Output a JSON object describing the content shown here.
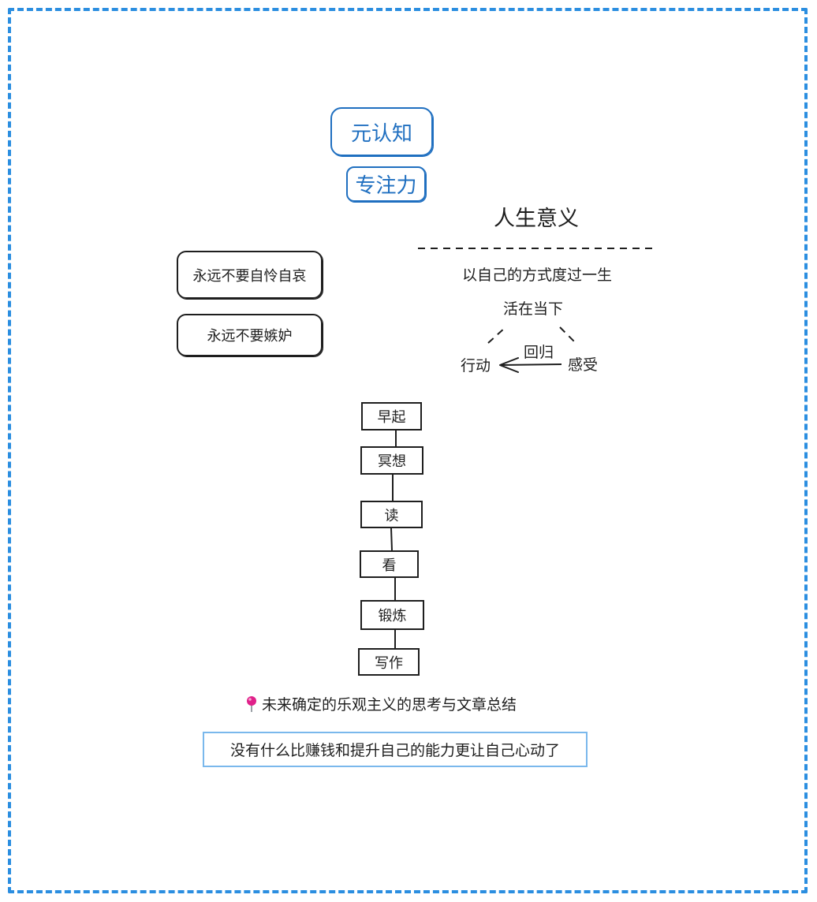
{
  "top": {
    "metacognition": "元认知",
    "focus": "专注力"
  },
  "principles": [
    "永远不要自怜自哀",
    "永远不要嫉妒"
  ],
  "meaning": {
    "title": "人生意义",
    "line1": "以自己的方式度过一生",
    "line2": "活在当下",
    "action": "行动",
    "feeling": "感受",
    "return_label": "回归"
  },
  "routine": [
    "早起",
    "冥想",
    "读",
    "看",
    "锻炼",
    "写作"
  ],
  "note": {
    "pin_icon": "pin-icon",
    "text": "未来确定的乐观主义的思考与文章总结"
  },
  "quote": "没有什么比赚钱和提升自己的能力更让自己心动了",
  "colors": {
    "frame": "#2b8ee0",
    "accent": "#1f6fc0",
    "quote_border": "#7ab8ec",
    "pin": "#e0218a"
  }
}
